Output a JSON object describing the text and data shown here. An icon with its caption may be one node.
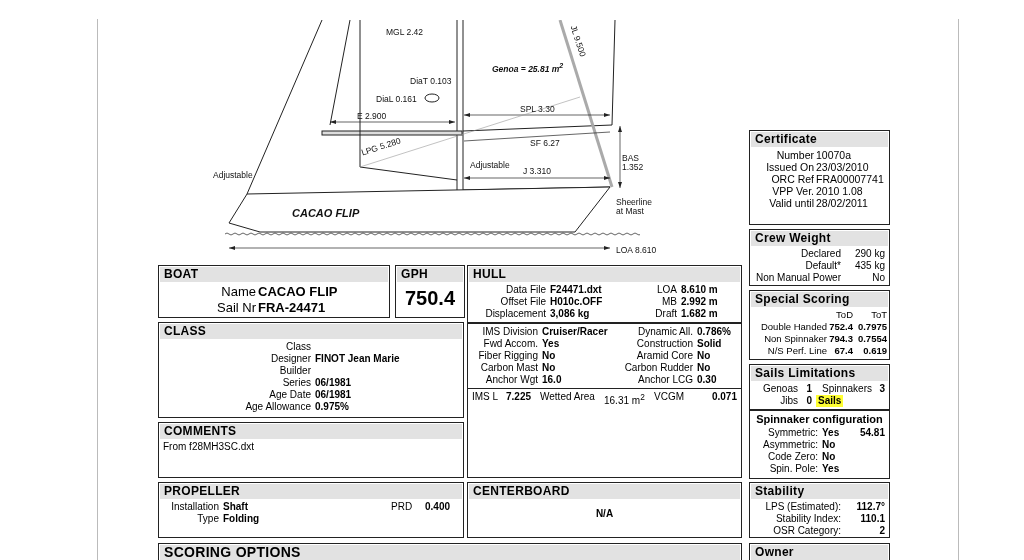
{
  "diagram": {
    "nodes": [
      {
        "text": [
          "BOAT",
          "Name",
          "CACAO FLIP",
          "Sail Nr",
          "FRA-24471"
        ]
      },
      {
        "text": [
          "GPH",
          "750.4"
        ]
      },
      {
        "text": [
          "HULL",
          "Data File",
          "F24471.dxt",
          "LOA",
          "8.610 m",
          "Offset File",
          "H010c.OFF",
          "MB",
          "2.992 m",
          "Displacement",
          "3,086 kg",
          "Draft",
          "1.682 m",
          "IMS Division",
          "Cruiser/Racer",
          "Dynamic All.",
          "0.786%",
          "Fwd Accom.",
          "Yes",
          "Construction",
          "Solid",
          "Fiber Rigging",
          "No",
          "Aramid Core",
          "No",
          "Carbon Mast",
          "No",
          "Carbon Rudder",
          "No",
          "Anchor Wgt",
          "16.0",
          "Anchor LCG",
          "0.30",
          "IMS L",
          "7.225",
          "Wetted Area",
          "16.31 m$^{2}$",
          "VCGM",
          "0.071"
        ]
      },
      {
        "text": [
          "CLASS",
          "Class",
          "Designer",
          "FINOT Jean Marie",
          "Builder",
          "Series",
          "06/1981",
          "Age Date",
          "06/1981",
          "Age Allowance",
          "0.975%"
        ]
      },
      {
        "text": [
          "COMMENTS",
          "From f28MH3SC.dxt"
        ]
      },
      {
        "text": [
          "PROPELLER",
          "Installation",
          "Shaft",
          "PRD",
          "0.400",
          "Type",
          "Folding"
        ]
      },
      {
        "text": [
          "CENTERBOARD",
          "N/A"
        ]
      },
      {
        "text": [
          "SCORING OPTIONS"
        ]
      },
      {
        "text": [
          "Certificate",
          "Number",
          "10070a",
          "Issued On",
          "23/03/2010",
          "ORC Ref",
          "FRA00007741",
          "VPP Ver.",
          "2010 1.08",
          "Valid until",
          "28/02/2011"
        ]
      },
      {
        "text": [
          "Crew Weight",
          "Declared",
          "290 kg",
          "Default*",
          "435 kg",
          "Non Manual Power",
          "No"
        ]
      },
      {
        "text": [
          "Special Scoring",
          "ToD",
          "ToT",
          "Double Handed",
          "752.4",
          "0.7975",
          "Non Spinnaker",
          "794.3",
          "0.7554",
          "N/S Perf. Line",
          "67.4",
          "0.619"
        ]
      },
      {
        "text": [
          "Sails Limitations",
          "Genoas",
          "1",
          "Spinnakers",
          "3",
          "Jibs",
          "0",
          "Sails"
        ]
      },
      {
        "text": [
          "Spinnaker configuration",
          "Symmetric:",
          "Yes",
          "54.81",
          "Asymmetric:",
          "No",
          "Code Zero:",
          "No",
          "Spin. Pole:",
          "Yes"
        ],
        "in": 11
      },
      {
        "text": [
          "Stability",
          "LPS (Estimated):",
          "112.7°",
          "Stability Index:",
          "110.1",
          "OSR Category:",
          "2"
        ]
      },
      {
        "text": [
          "Owner"
        ]
      }
    ],
    "labels": [
      "MGL 2.42",
      "JL 9.500",
      "Genoa = 25.81 m$^{2}$",
      "DiaT 0.103",
      "DiaL 0.161",
      "SPL 3.30",
      "E 2.900",
      "SF 6.27",
      "BAS 1.352",
      "LPG 5.280",
      "Adjustable",
      "Adjustable",
      "J 3.310",
      "Sheerline at Mast",
      "CACAO FLIP",
      "LOA 8.610"
    ]
  }
}
